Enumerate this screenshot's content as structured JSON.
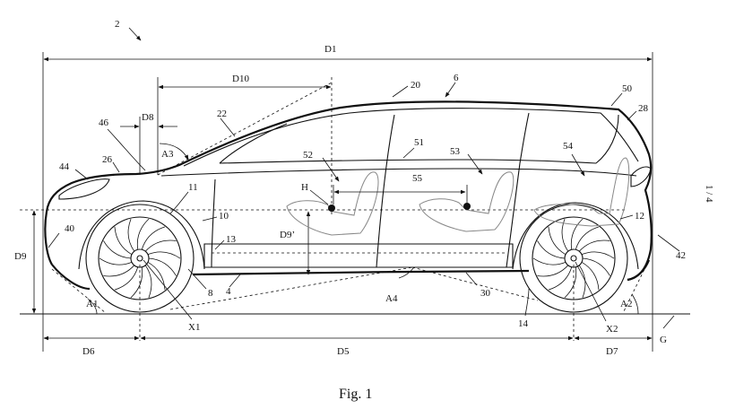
{
  "figure": {
    "caption": "Fig. 1",
    "sheet": "1 / 4",
    "ref_main": "2"
  },
  "dimensions": {
    "D1": "D1",
    "D5": "D5",
    "D6": "D6",
    "D7": "D7",
    "D8": "D8",
    "D9": "D9",
    "D9p": "D9’",
    "D10": "D10",
    "G": "G",
    "A1": "A1",
    "A2": "A2",
    "A3": "A3",
    "A4": "A4",
    "X1": "X1",
    "X2": "X2",
    "H": "H"
  },
  "refs": {
    "r4": "4",
    "r6": "6",
    "r8": "8",
    "r10": "10",
    "r11": "11",
    "r12": "12",
    "r13": "13",
    "r14": "14",
    "r20": "20",
    "r22": "22",
    "r26": "26",
    "r28": "28",
    "r30": "30",
    "r40": "40",
    "r42": "42",
    "r44": "44",
    "r46": "46",
    "r50": "50",
    "r51": "51",
    "r52": "52",
    "r53": "53",
    "r54": "54",
    "r55": "55"
  }
}
